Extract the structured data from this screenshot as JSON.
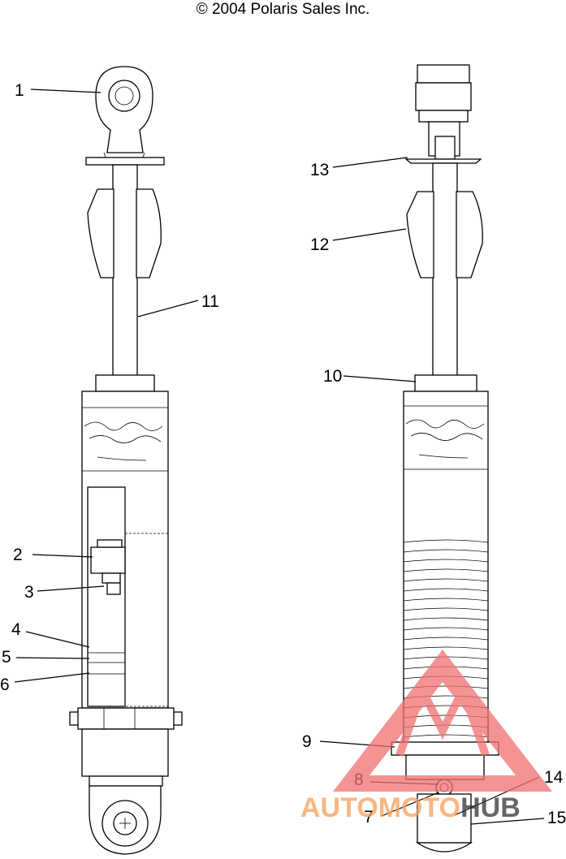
{
  "copyright": "© 2004 Polaris Sales Inc.",
  "callouts": {
    "c1": "1",
    "c2": "2",
    "c3": "3",
    "c4": "4",
    "c5": "5",
    "c6": "6",
    "c7": "7",
    "c8": "8",
    "c9": "9",
    "c10": "10",
    "c11": "11",
    "c12": "12",
    "c13": "13",
    "c14": "14",
    "c15": "15"
  },
  "watermark": {
    "part1": "AUTO",
    "part2": "MOTO",
    "part3": "HUB",
    "color_primary": "#f5a05a",
    "color_triangle": "#f07070",
    "color_dark": "#333333"
  },
  "colors": {
    "line": "#000000",
    "background": "#ffffff"
  }
}
